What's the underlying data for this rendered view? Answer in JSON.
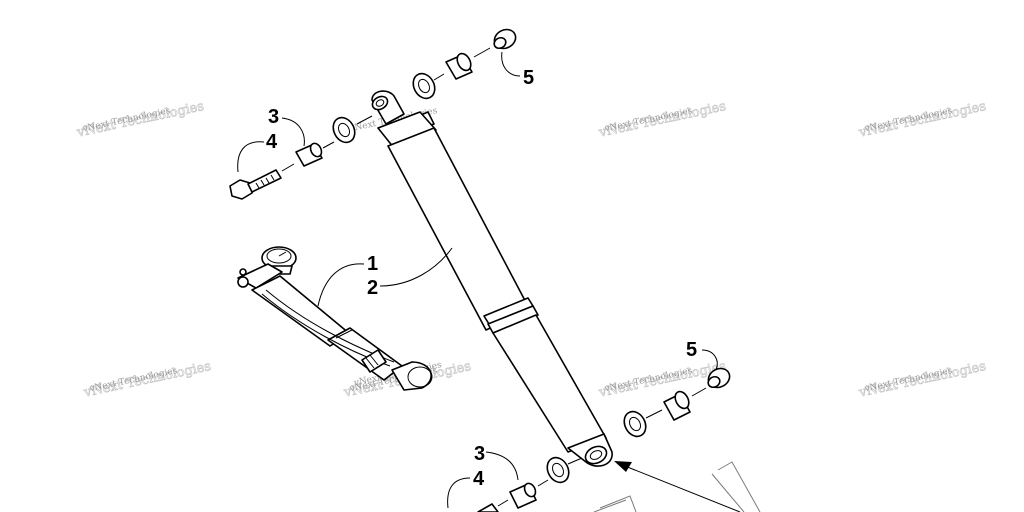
{
  "watermarks": [
    "vNext Technologies",
    "vNext Technologies",
    "vNext Technologies",
    "vNext Technologies",
    "vNext Technologies",
    "vNext Technologies",
    "vNext Technologies",
    "vNext Technologies",
    "vNext Technologies"
  ],
  "callouts": {
    "shock_1": "1",
    "shock_2": "2",
    "top_bushing_3": "3",
    "top_bolt_4": "4",
    "top_cap_5": "5",
    "bottom_cap_5": "5",
    "bottom_bushing_3": "3",
    "bottom_bolt_4": "4"
  }
}
